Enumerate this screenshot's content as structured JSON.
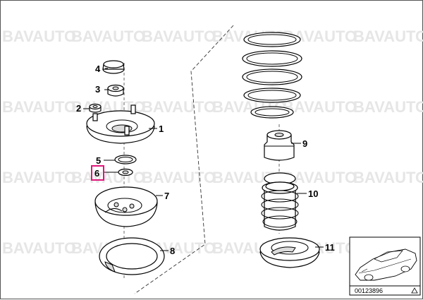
{
  "diagram": {
    "watermark_text": "BAVAUTO",
    "parts": [
      {
        "num": "1"
      },
      {
        "num": "2"
      },
      {
        "num": "3"
      },
      {
        "num": "4"
      },
      {
        "num": "5"
      },
      {
        "num": "6",
        "highlighted": true
      },
      {
        "num": "7"
      },
      {
        "num": "8"
      },
      {
        "num": "9"
      },
      {
        "num": "10"
      },
      {
        "num": "11"
      }
    ],
    "highlight_color": "#e0157a",
    "reference_code": "00123896"
  }
}
